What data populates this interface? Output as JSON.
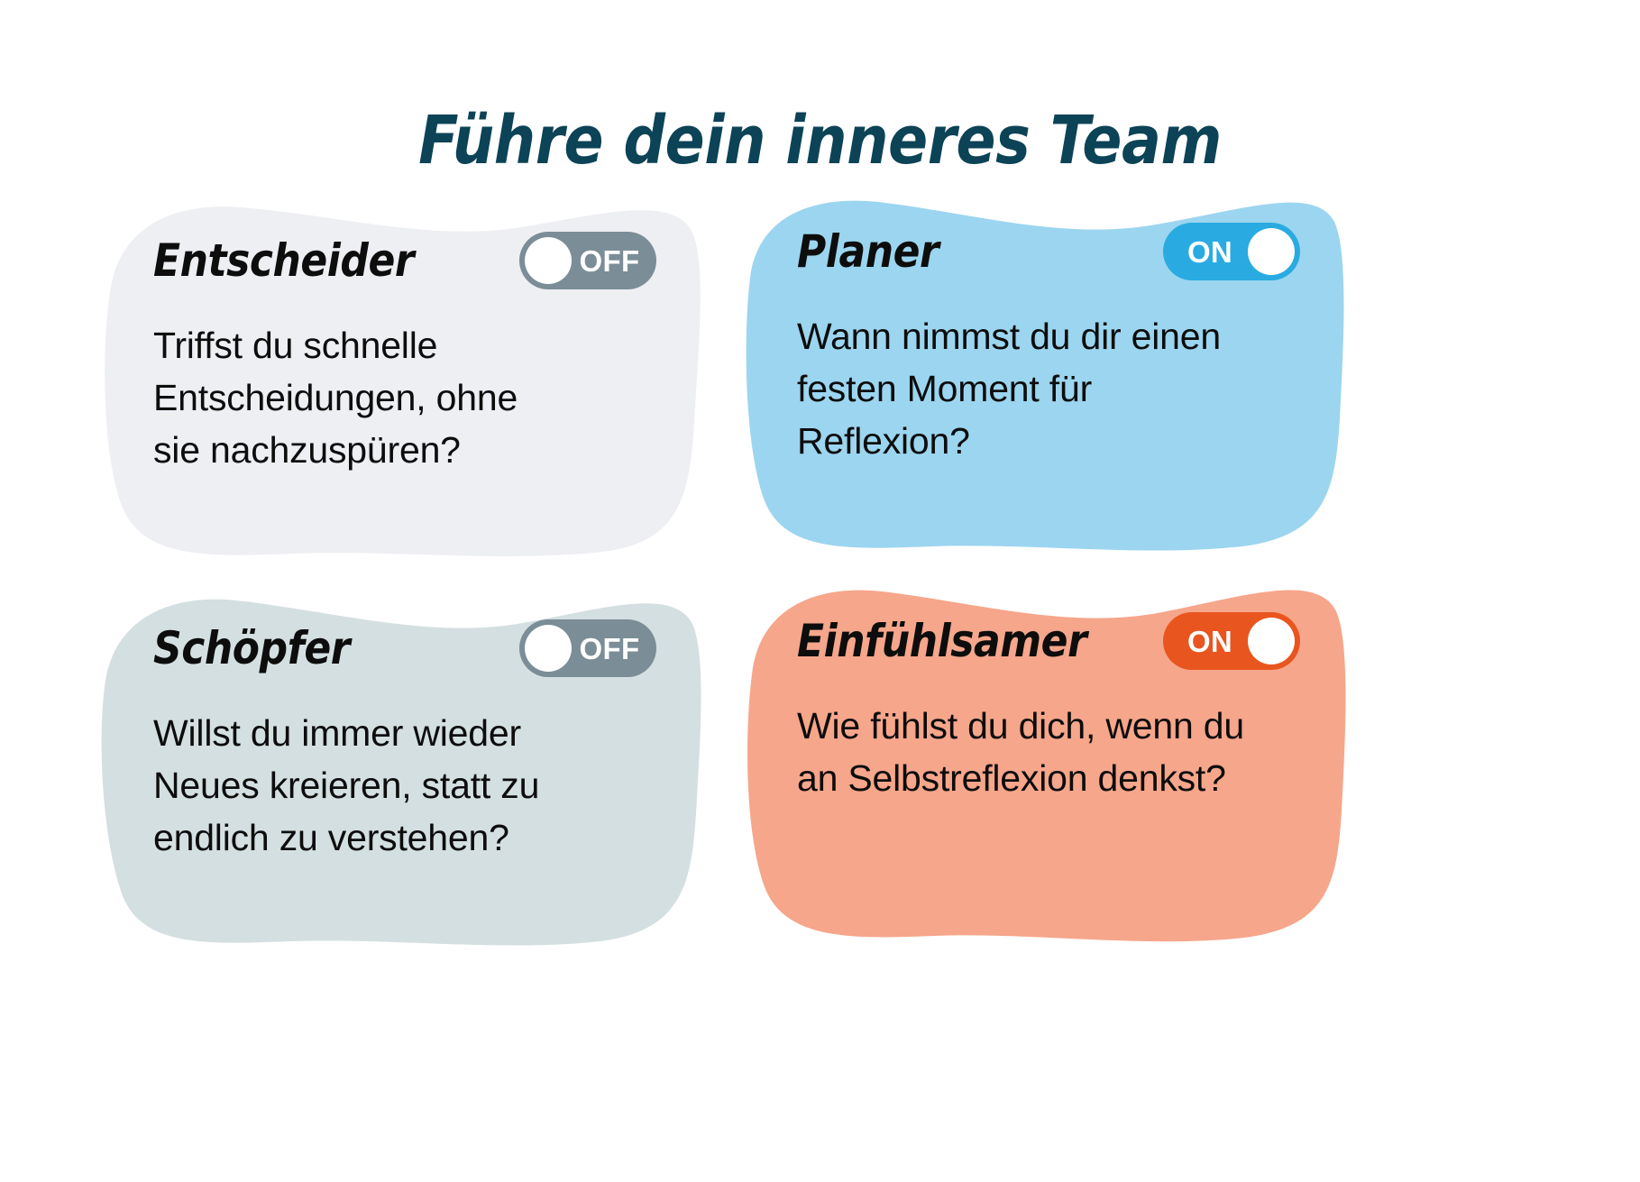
{
  "page": {
    "title": "Führe dein inneres Team",
    "title_color": "#0C4356",
    "background_color": "#FFFFFF"
  },
  "toggle_states": {
    "on_label": "ON",
    "off_label": "OFF",
    "off_track_color": "#7B8D96",
    "on_blue_track_color": "#29ABE2",
    "on_orange_track_color": "#E9551F",
    "knob_color": "#FFFFFF"
  },
  "cards": [
    {
      "id": "entscheider",
      "position": "top-left",
      "title": "Entscheider",
      "question": "Triffst du schnelle\nEntscheidungen, ohne\nsie nachzuspüren?",
      "toggle_state": "OFF",
      "toggle_label": "OFF",
      "card_color": "#EEEFF3",
      "toggle_color": "#7B8D96"
    },
    {
      "id": "planer",
      "position": "top-right",
      "title": "Planer",
      "question": "Wann nimmst du dir einen\nfesten Moment für\nReflexion?",
      "toggle_state": "ON",
      "toggle_label": "ON",
      "card_color": "#9CD5EF",
      "toggle_color": "#29ABE2"
    },
    {
      "id": "schoepfer",
      "position": "bottom-left",
      "title": "Schöpfer",
      "question": "Willst du immer wieder\nNeues kreieren, statt zu\nendlich zu verstehen?",
      "toggle_state": "OFF",
      "toggle_label": "OFF",
      "card_color": "#D4DFE1",
      "toggle_color": "#7B8D96"
    },
    {
      "id": "einfuehlsamer",
      "position": "bottom-right",
      "title": "Einfühlsamer",
      "question": "Wie fühlst du dich, wenn du\nan Selbstreflexion denkst?",
      "toggle_state": "ON",
      "toggle_label": "ON",
      "card_color": "#F6A68B",
      "toggle_color": "#E9551F"
    }
  ]
}
